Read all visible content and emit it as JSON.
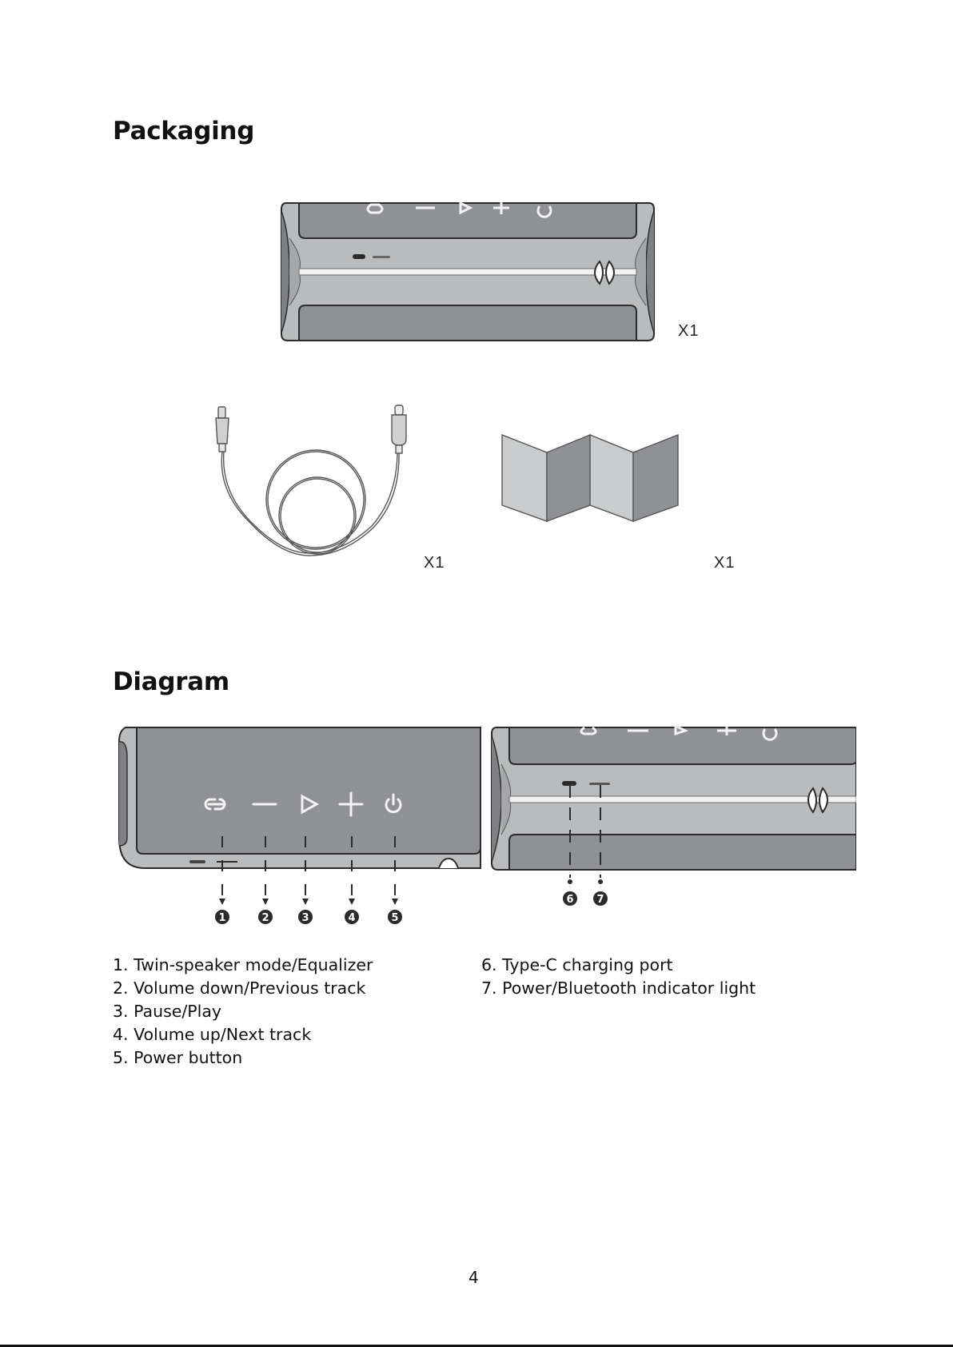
{
  "packaging": {
    "heading": "Packaging",
    "items": [
      {
        "name": "speaker",
        "icon": "speaker-top-view",
        "quantity": "X1"
      },
      {
        "name": "cable",
        "icon": "usb-c-cable",
        "quantity": "X1"
      },
      {
        "name": "manual",
        "icon": "folded-manual",
        "quantity": "X1"
      }
    ]
  },
  "diagram": {
    "heading": "Diagram",
    "callouts": [
      "1",
      "2",
      "3",
      "4",
      "5",
      "6",
      "7"
    ],
    "legend_left": [
      "1. Twin-speaker mode/Equalizer",
      "2. Volume down/Previous track",
      "3. Pause/Play",
      "4. Volume up/Next track",
      "5. Power button"
    ],
    "legend_right": [
      "6. Type-C charging port",
      "7. Power/Bluetooth indicator light"
    ]
  },
  "page_number": "4",
  "colors": {
    "dark_grey": "#8f9194",
    "mid_grey": "#a9abad",
    "light_grey": "#c9cbcc",
    "outline": "#2b2b2b"
  }
}
